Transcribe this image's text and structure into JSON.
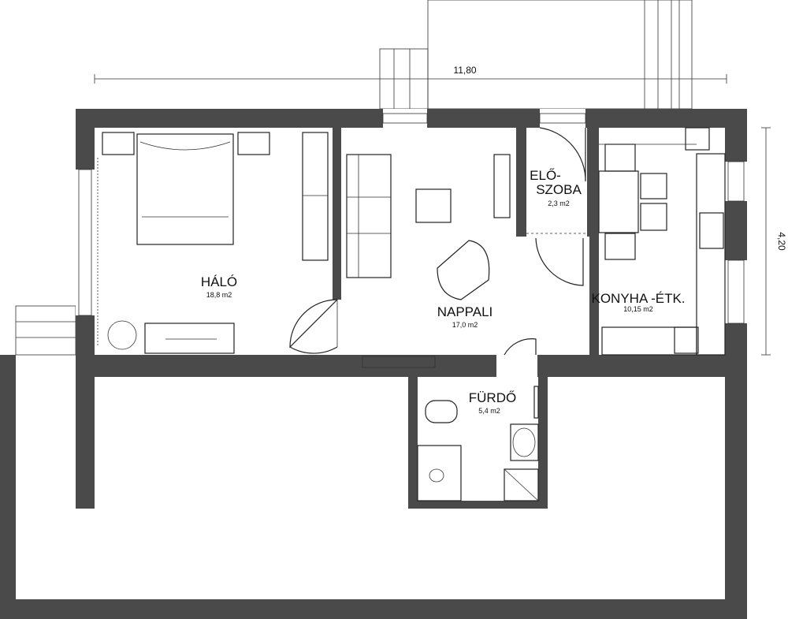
{
  "dimensions": {
    "width": "11,80",
    "height": "4,20"
  },
  "rooms": [
    {
      "name": "HÁLÓ",
      "area": "18,8 m2"
    },
    {
      "name": "NAPPALI",
      "area": "17,0 m2"
    },
    {
      "name": "ELŐ-",
      "name2": "SZOBA",
      "area": "2,3 m2"
    },
    {
      "name": "KONYHA -ÉTK.",
      "area": "10,15 m2"
    },
    {
      "name": "FÜRDŐ",
      "area": "5,4 m2"
    }
  ],
  "colors": {
    "wall": "#4a4a4a"
  }
}
